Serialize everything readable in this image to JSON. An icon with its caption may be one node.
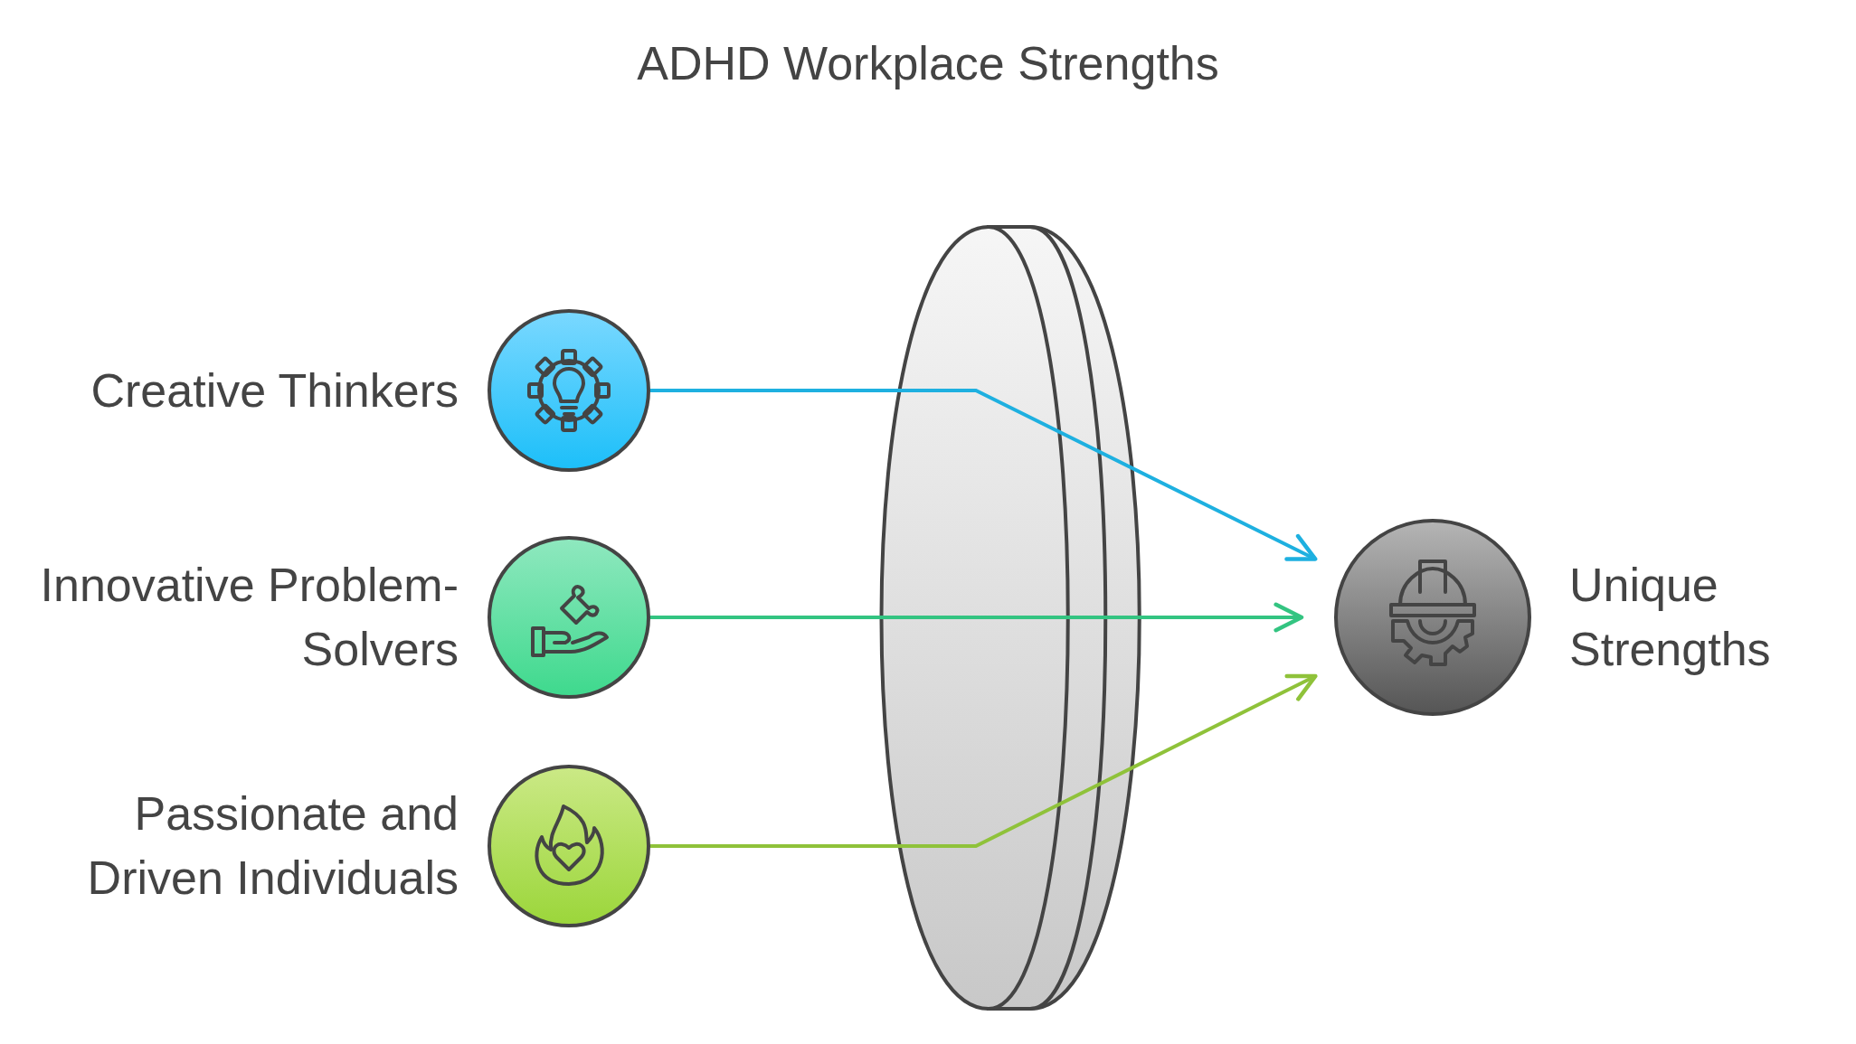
{
  "diagram": {
    "title": "ADHD Workplace Strengths",
    "nodes": [
      {
        "text": [
          "Creative Thinkers"
        ]
      },
      {
        "text": [
          "Innovative Problem-Solvers"
        ]
      },
      {
        "text": [
          "Passionate and Driven Individuals"
        ]
      },
      {
        "text": [
          "Unique Strengths"
        ]
      }
    ],
    "edges": [
      {
        "from": 0,
        "to": 3,
        "arrow": "to",
        "color": "#1eb0e0"
      },
      {
        "from": 1,
        "to": 3,
        "arrow": "to",
        "color": "#33c481"
      },
      {
        "from": 2,
        "to": 3,
        "arrow": "to",
        "color": "#8fc23a"
      }
    ]
  }
}
